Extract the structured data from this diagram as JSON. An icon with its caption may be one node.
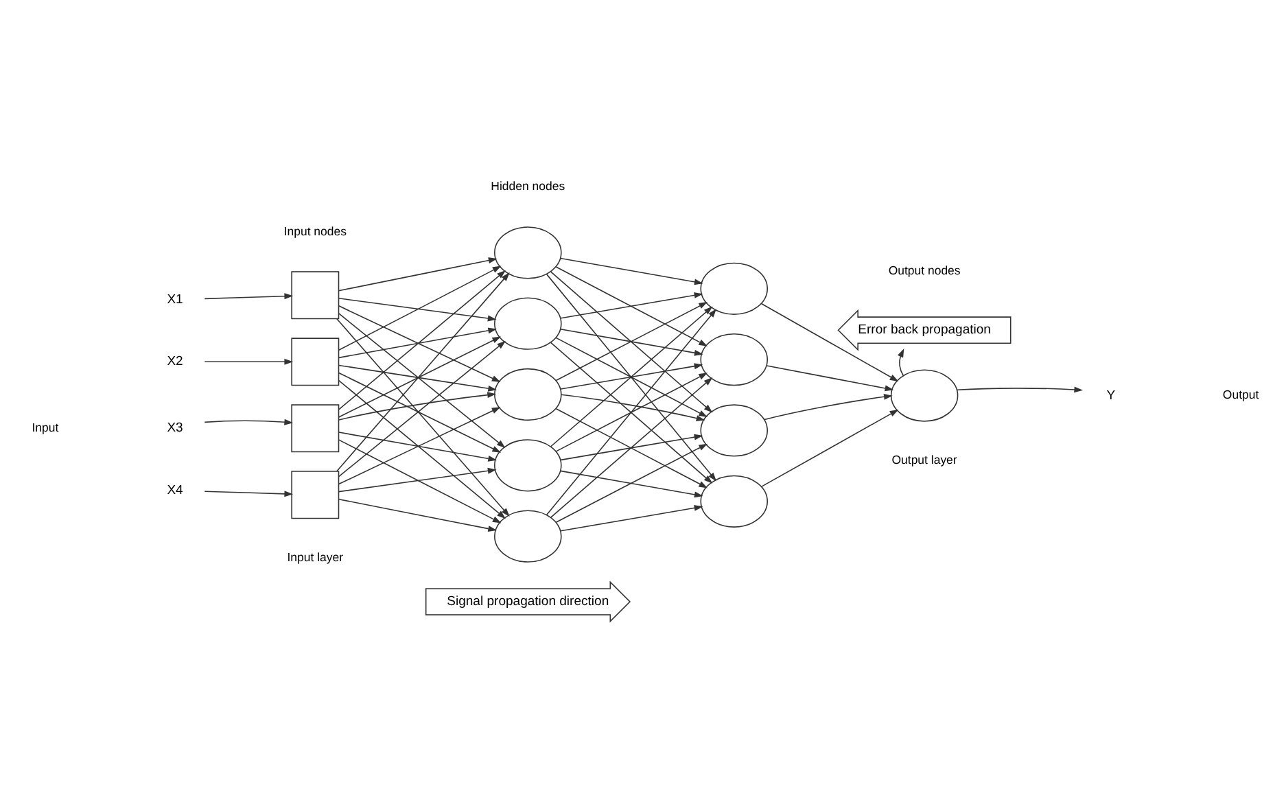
{
  "diagram": {
    "nodes": [
      {
        "text": [
          "X1"
        ]
      },
      {
        "text": [
          "X2"
        ]
      },
      {
        "text": [
          "X3"
        ]
      },
      {
        "text": [
          "X4"
        ]
      },
      {
        "text": [],
        "shape": "box"
      },
      {
        "text": [],
        "shape": "box"
      },
      {
        "text": [],
        "shape": "box"
      },
      {
        "text": [],
        "shape": "box"
      },
      {
        "text": [],
        "shape": "circle"
      },
      {
        "text": [],
        "shape": "circle"
      },
      {
        "text": [],
        "shape": "circle"
      },
      {
        "text": [],
        "shape": "circle"
      },
      {
        "text": [],
        "shape": "circle"
      },
      {
        "text": [],
        "shape": "circle"
      },
      {
        "text": [],
        "shape": "circle"
      },
      {
        "text": [],
        "shape": "circle"
      },
      {
        "text": [],
        "shape": "circle"
      },
      {
        "text": [],
        "shape": "circle"
      },
      {
        "text": [
          "Y"
        ]
      },
      {
        "text": [
          "Error back propagation"
        ]
      },
      {
        "text": [
          "Signal propagation direction"
        ]
      }
    ],
    "edges": [
      {
        "from": 0,
        "to": 4,
        "arrow": "to"
      },
      {
        "from": 1,
        "to": 5,
        "arrow": "to"
      },
      {
        "from": 2,
        "to": 6,
        "arrow": "to"
      },
      {
        "from": 3,
        "to": 7,
        "arrow": "to"
      },
      {
        "from": 4,
        "to": 8,
        "arrow": "to"
      },
      {
        "from": 4,
        "to": 9,
        "arrow": "to"
      },
      {
        "from": 4,
        "to": 10,
        "arrow": "to"
      },
      {
        "from": 4,
        "to": 11,
        "arrow": "to"
      },
      {
        "from": 4,
        "to": 12,
        "arrow": "to"
      },
      {
        "from": 5,
        "to": 8,
        "arrow": "to"
      },
      {
        "from": 5,
        "to": 9,
        "arrow": "to"
      },
      {
        "from": 5,
        "to": 10,
        "arrow": "to"
      },
      {
        "from": 5,
        "to": 11,
        "arrow": "to"
      },
      {
        "from": 5,
        "to": 12,
        "arrow": "to"
      },
      {
        "from": 6,
        "to": 8,
        "arrow": "to"
      },
      {
        "from": 6,
        "to": 9,
        "arrow": "to"
      },
      {
        "from": 6,
        "to": 10,
        "arrow": "to"
      },
      {
        "from": 6,
        "to": 11,
        "arrow": "to"
      },
      {
        "from": 6,
        "to": 12,
        "arrow": "to"
      },
      {
        "from": 7,
        "to": 8,
        "arrow": "to"
      },
      {
        "from": 7,
        "to": 9,
        "arrow": "to"
      },
      {
        "from": 7,
        "to": 10,
        "arrow": "to"
      },
      {
        "from": 7,
        "to": 11,
        "arrow": "to"
      },
      {
        "from": 7,
        "to": 12,
        "arrow": "to"
      },
      {
        "from": 8,
        "to": 13,
        "arrow": "to"
      },
      {
        "from": 8,
        "to": 14,
        "arrow": "to"
      },
      {
        "from": 8,
        "to": 15,
        "arrow": "to"
      },
      {
        "from": 8,
        "to": 16,
        "arrow": "to"
      },
      {
        "from": 9,
        "to": 13,
        "arrow": "to"
      },
      {
        "from": 9,
        "to": 14,
        "arrow": "to"
      },
      {
        "from": 9,
        "to": 15,
        "arrow": "to"
      },
      {
        "from": 9,
        "to": 16,
        "arrow": "to"
      },
      {
        "from": 10,
        "to": 13,
        "arrow": "to"
      },
      {
        "from": 10,
        "to": 14,
        "arrow": "to"
      },
      {
        "from": 10,
        "to": 15,
        "arrow": "to"
      },
      {
        "from": 10,
        "to": 16,
        "arrow": "to"
      },
      {
        "from": 11,
        "to": 13,
        "arrow": "to"
      },
      {
        "from": 11,
        "to": 14,
        "arrow": "to"
      },
      {
        "from": 11,
        "to": 15,
        "arrow": "to"
      },
      {
        "from": 11,
        "to": 16,
        "arrow": "to"
      },
      {
        "from": 12,
        "to": 13,
        "arrow": "to"
      },
      {
        "from": 12,
        "to": 14,
        "arrow": "to"
      },
      {
        "from": 12,
        "to": 15,
        "arrow": "to"
      },
      {
        "from": 12,
        "to": 16,
        "arrow": "to"
      },
      {
        "from": 13,
        "to": 17,
        "arrow": "to"
      },
      {
        "from": 14,
        "to": 17,
        "arrow": "to"
      },
      {
        "from": 15,
        "to": 17,
        "arrow": "to"
      },
      {
        "from": 16,
        "to": 17,
        "arrow": "to"
      },
      {
        "from": 17,
        "to": 18,
        "arrow": "to"
      },
      {
        "from": 17,
        "to": 19,
        "arrow": "to"
      }
    ],
    "labels": [
      "Input nodes",
      "Hidden nodes",
      "Output nodes",
      "Input",
      "Output",
      "Input layer",
      "Output layer"
    ]
  }
}
